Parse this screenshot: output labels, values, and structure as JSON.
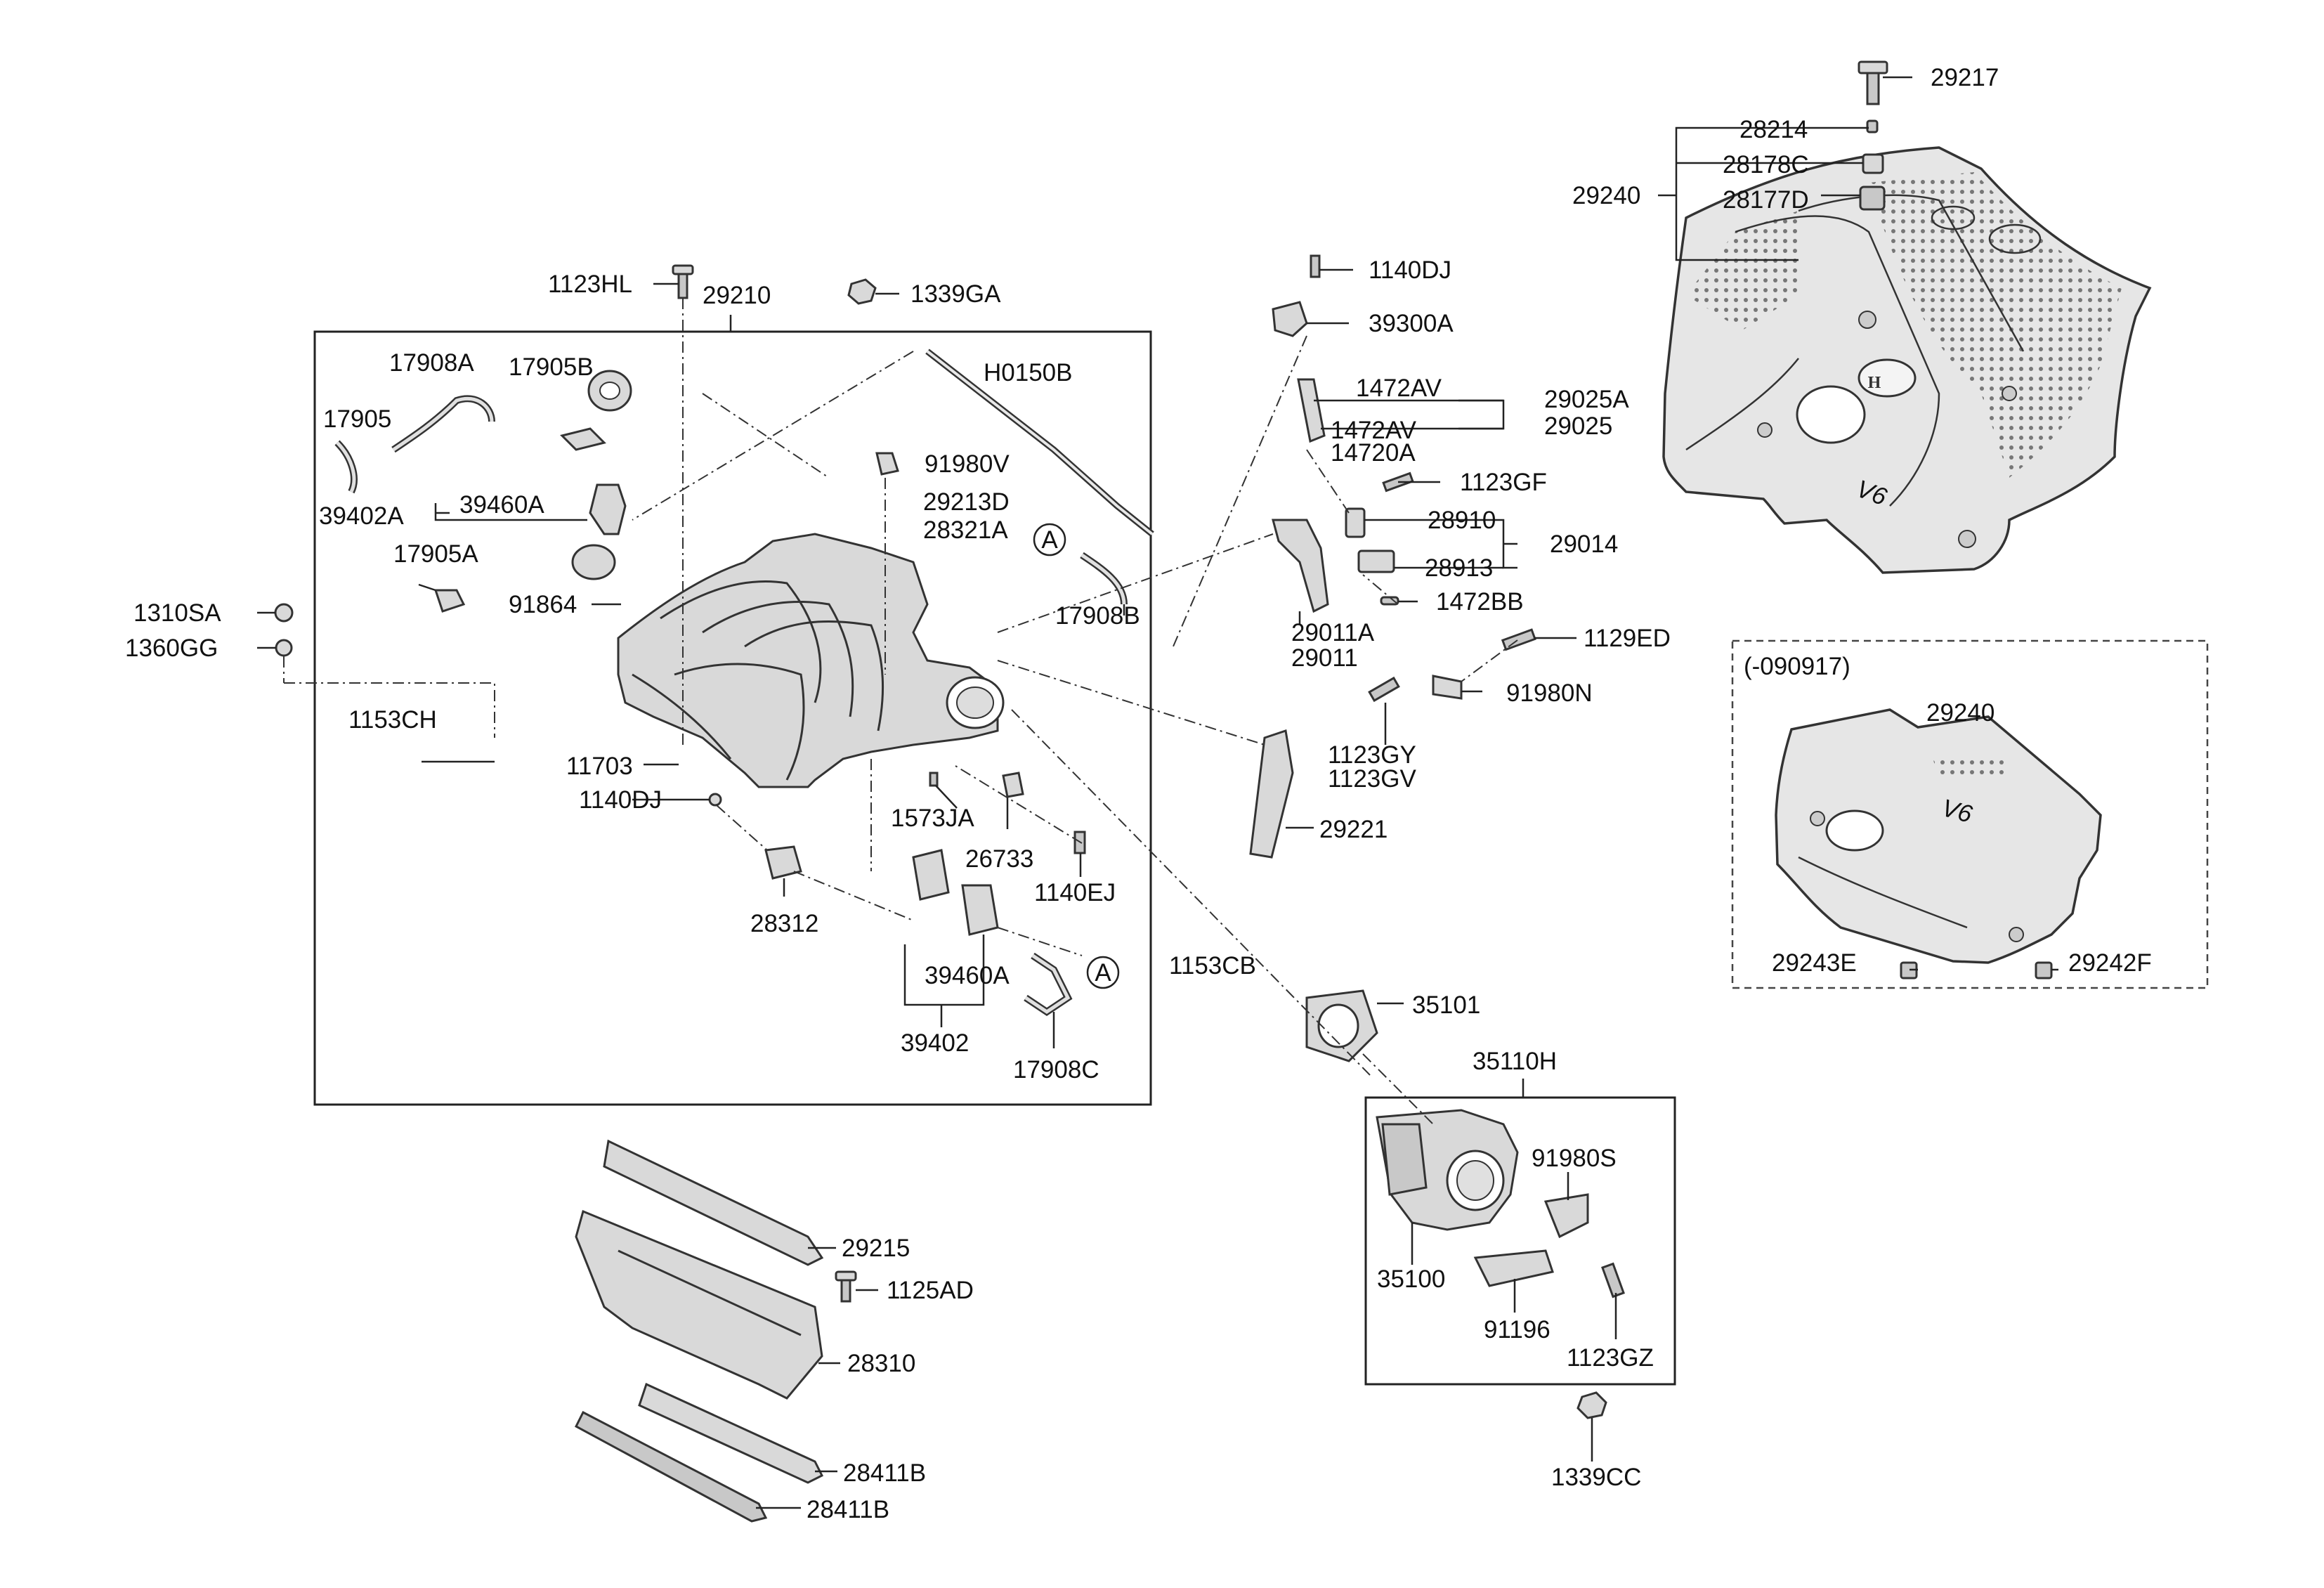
{
  "labels": {
    "p29217": "29217",
    "p28214": "28214",
    "p28178C": "28178C",
    "p29240a": "29240",
    "p28177D": "28177D",
    "p1123HL": "1123HL",
    "p29210": "29210",
    "p1339GA": "1339GA",
    "p1140DJ_top": "1140DJ",
    "p39300A": "39300A",
    "p17908A": "17908A",
    "p17905B": "17905B",
    "pH0150B": "H0150B",
    "p17905": "17905",
    "p91980V": "91980V",
    "p1472AV_a": "1472AV",
    "p29025A": "29025A",
    "p1472AV_b": "1472AV",
    "p29025": "29025",
    "p14720A": "14720A",
    "p29213D": "29213D",
    "p39402A": "39402A",
    "p39460A_top": "39460A",
    "p28321A": "28321A",
    "p1123GF": "1123GF",
    "p28910": "28910",
    "p29014": "29014",
    "p17905A": "17905A",
    "p28913": "28913",
    "p91864": "91864",
    "p17908B": "17908B",
    "p1472BB": "1472BB",
    "p1310SA": "1310SA",
    "p29011A": "29011A",
    "p1129ED": "1129ED",
    "p1360GG": "1360GG",
    "p29011": "29011",
    "p090917": "(-090917)",
    "p91980N": "91980N",
    "p29240b": "29240",
    "p1153CH": "1153CH",
    "p1123GY": "1123GY",
    "p11703": "11703",
    "p1123GV": "1123GV",
    "p1140DJ_mid": "1140DJ",
    "p1573JA": "1573JA",
    "p29221": "29221",
    "p26733": "26733",
    "p1140EJ": "1140EJ",
    "p28312": "28312",
    "p1153CB": "1153CB",
    "p29243E": "29243E",
    "p29242F": "29242F",
    "p39460A_bot": "39460A",
    "p35101": "35101",
    "p39402": "39402",
    "p35110H": "35110H",
    "p17908C": "17908C",
    "p91980S": "91980S",
    "p29215": "29215",
    "p35100": "35100",
    "p1125AD": "1125AD",
    "p91196": "91196",
    "p28310": "28310",
    "p1123GZ": "1123GZ",
    "p28411B_a": "28411B",
    "p1339CC": "1339CC",
    "p28411B_b": "28411B",
    "circleA_1": "A",
    "circleA_2": "A",
    "emblem_v6_1": "V6",
    "emblem_v6_2": "V6"
  }
}
